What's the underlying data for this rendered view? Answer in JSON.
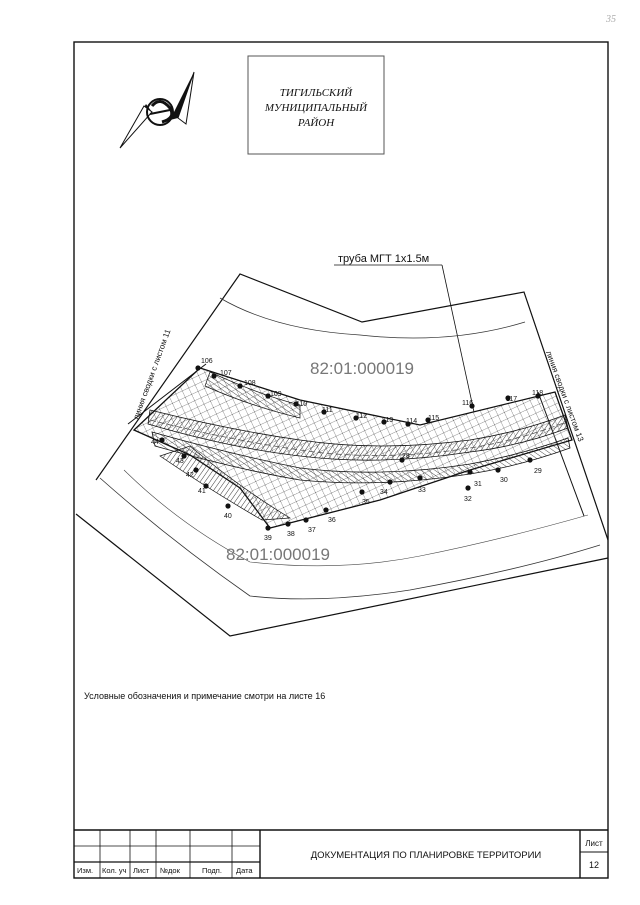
{
  "corner_mark": "35",
  "district": {
    "line1": "ТИГИЛЬСКИЙ",
    "line2": "МУНИЦИПАЛЬНЫЙ",
    "line3": "РАЙОН"
  },
  "pipe_label": "труба МГТ 1х1.5м",
  "cadastral_labels": [
    "82:01:000019",
    "82:01:000019"
  ],
  "junction_labels": [
    "линия сводки с листом 11",
    "линия сводки с листом 13"
  ],
  "note": "Условные обозначения и примечание смотри на листе 16",
  "title_block": {
    "columns": [
      "Изм.",
      "Кол. уч",
      "Лист",
      "№док",
      "Подп.",
      "Дата"
    ],
    "document_title": "ДОКУМЕНТАЦИЯ ПО ПЛАНИРОВКЕ ТЕРРИТОРИИ",
    "sheet_label": "Лист",
    "sheet_number": "12"
  },
  "boundary_points_upper": [
    "106",
    "107",
    "108",
    "109",
    "110",
    "111",
    "112",
    "113",
    "114",
    "115",
    "116",
    "117",
    "118"
  ],
  "boundary_points_lower": [
    "44",
    "43",
    "42",
    "41",
    "40",
    "39",
    "38",
    "37",
    "36",
    "35",
    "34",
    "33",
    "32",
    "31",
    "30",
    "29",
    "28"
  ]
}
